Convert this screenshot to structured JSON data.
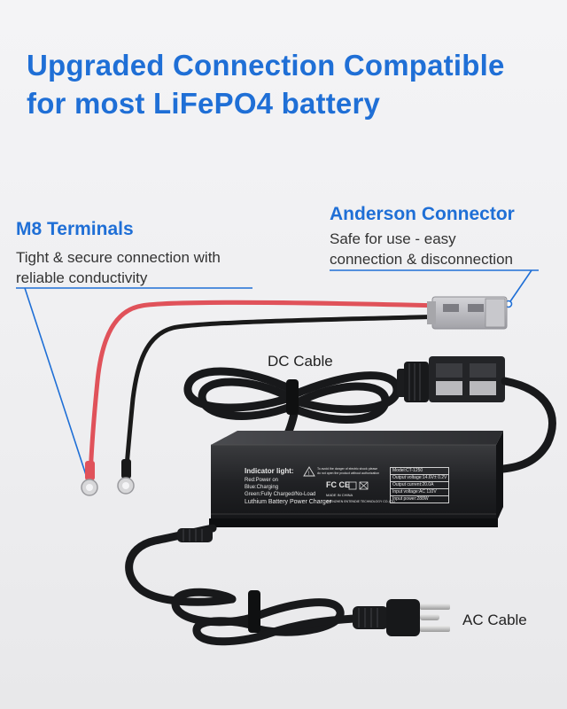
{
  "headline": {
    "line1": "Upgraded Connection Compatible",
    "line2": "for most LiFePO4 battery"
  },
  "callouts": {
    "anderson": {
      "title": "Anderson Connector",
      "desc_line1": "Safe for use - easy",
      "desc_line2": "connection & disconnection"
    },
    "m8": {
      "title": "M8 Terminals",
      "desc_line1": "Tight & secure connection with",
      "desc_line2": "reliable conductivity"
    }
  },
  "labels": {
    "dc_cable": "DC Cable",
    "ac_cable": "AC Cable"
  },
  "charger": {
    "indicator_title": "Indicator light:",
    "indicator_lines": [
      "Red:Power on",
      "Blue:Charging",
      "Green:Fully Charged/No-Load"
    ],
    "product_name": "Luthium Battery Power Charger",
    "warning": "To avoid the danger of electric shock please do not open the product without authorization",
    "made_in": "MADE IN CHINA",
    "manufacturer": "SHENZHEN ENTENDIE TECHNOLOGY CO.,LTD",
    "certs": "FC CE",
    "spec_rows": [
      "Model:CT-1250",
      "Output voltage:14.6V± 0.2V",
      "Output current:20.0A",
      "Input voltage:AC 110V",
      "Input power:288W"
    ]
  },
  "colors": {
    "accent": "#1f6fd6",
    "red_wire": "#e0525a",
    "black_wire": "#1a1a1a",
    "anderson_gray": "#b9b9bd",
    "charger_body": "#222325"
  }
}
